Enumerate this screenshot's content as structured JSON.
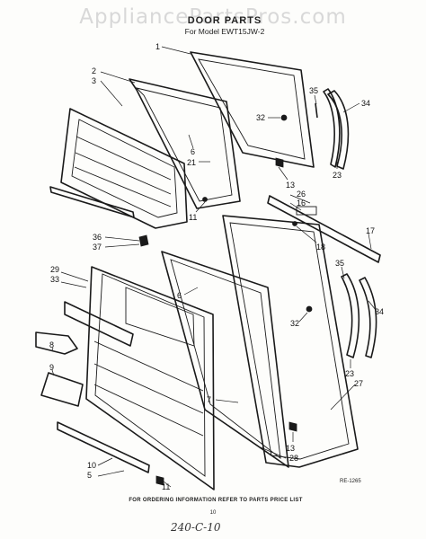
{
  "watermark": "AppliancePartsPros.com",
  "title": "DOOR PARTS",
  "subtitle": "For Model EWT15JW-2",
  "footer": "FOR ORDERING INFORMATION REFER TO PARTS PRICE LIST",
  "page_number": "10",
  "diagram_code": "RE-1265",
  "handwritten_note": "240-C-10",
  "callouts": [
    "1",
    "2",
    "3",
    "35",
    "32",
    "34",
    "6",
    "21",
    "23",
    "13",
    "11",
    "26",
    "16",
    "17",
    "36",
    "37",
    "18",
    "29",
    "33",
    "35",
    "6",
    "32",
    "34",
    "8",
    "9",
    "23",
    "27",
    "7",
    "13",
    "28",
    "10",
    "5",
    "11"
  ]
}
